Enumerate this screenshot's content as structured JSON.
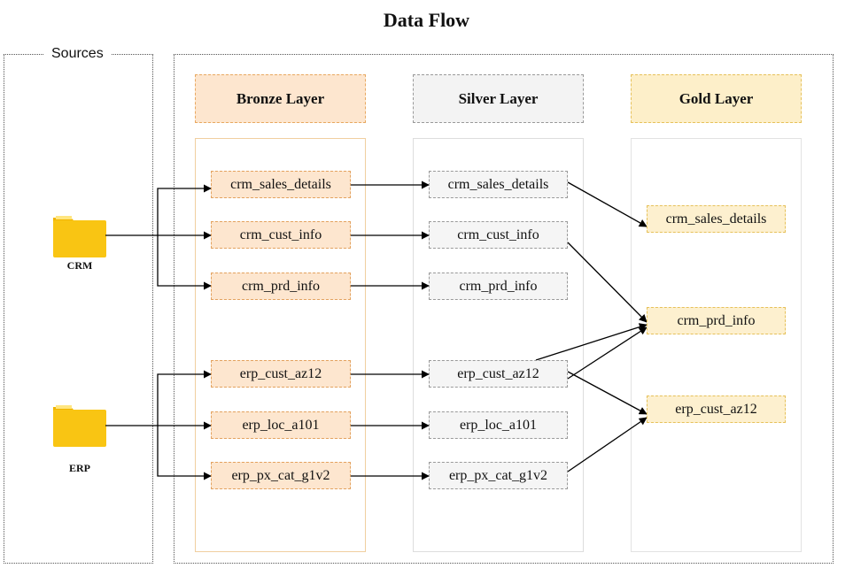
{
  "title": "Data Flow",
  "sources": {
    "label": "Sources",
    "items": [
      {
        "label": "CRM",
        "icon": "folder-icon"
      },
      {
        "label": "ERP",
        "icon": "folder-icon"
      }
    ]
  },
  "layers": [
    {
      "label": "Bronze Layer",
      "header_fill": "#fde6cf",
      "header_border": "#e8a860",
      "frame_border": "#f0cf9f",
      "node_fill": "#fde6cf",
      "node_border": "#e3a25f"
    },
    {
      "label": "Silver Layer",
      "header_fill": "#f3f3f3",
      "header_border": "#999999",
      "frame_border": "#dddddd",
      "node_fill": "#f5f5f5",
      "node_border": "#9a9a9a"
    },
    {
      "label": "Gold Layer",
      "header_fill": "#fdefc9",
      "header_border": "#e6c15a",
      "frame_border": "#e2e2e2",
      "node_fill": "#fdf0cf",
      "node_border": "#e6c15a"
    }
  ],
  "bronze_nodes": [
    "crm_sales_details",
    "crm_cust_info",
    "crm_prd_info",
    "erp_cust_az12",
    "erp_loc_a101",
    "erp_px_cat_g1v2"
  ],
  "silver_nodes": [
    "crm_sales_details",
    "crm_cust_info",
    "crm_prd_info",
    "erp_cust_az12",
    "erp_loc_a101",
    "erp_px_cat_g1v2"
  ],
  "gold_nodes": [
    "crm_sales_details",
    "crm_prd_info",
    "erp_cust_az12"
  ],
  "colors": {
    "folder": "#f9c513",
    "folder_tab": "#f0b400",
    "arrow": "#000000"
  }
}
